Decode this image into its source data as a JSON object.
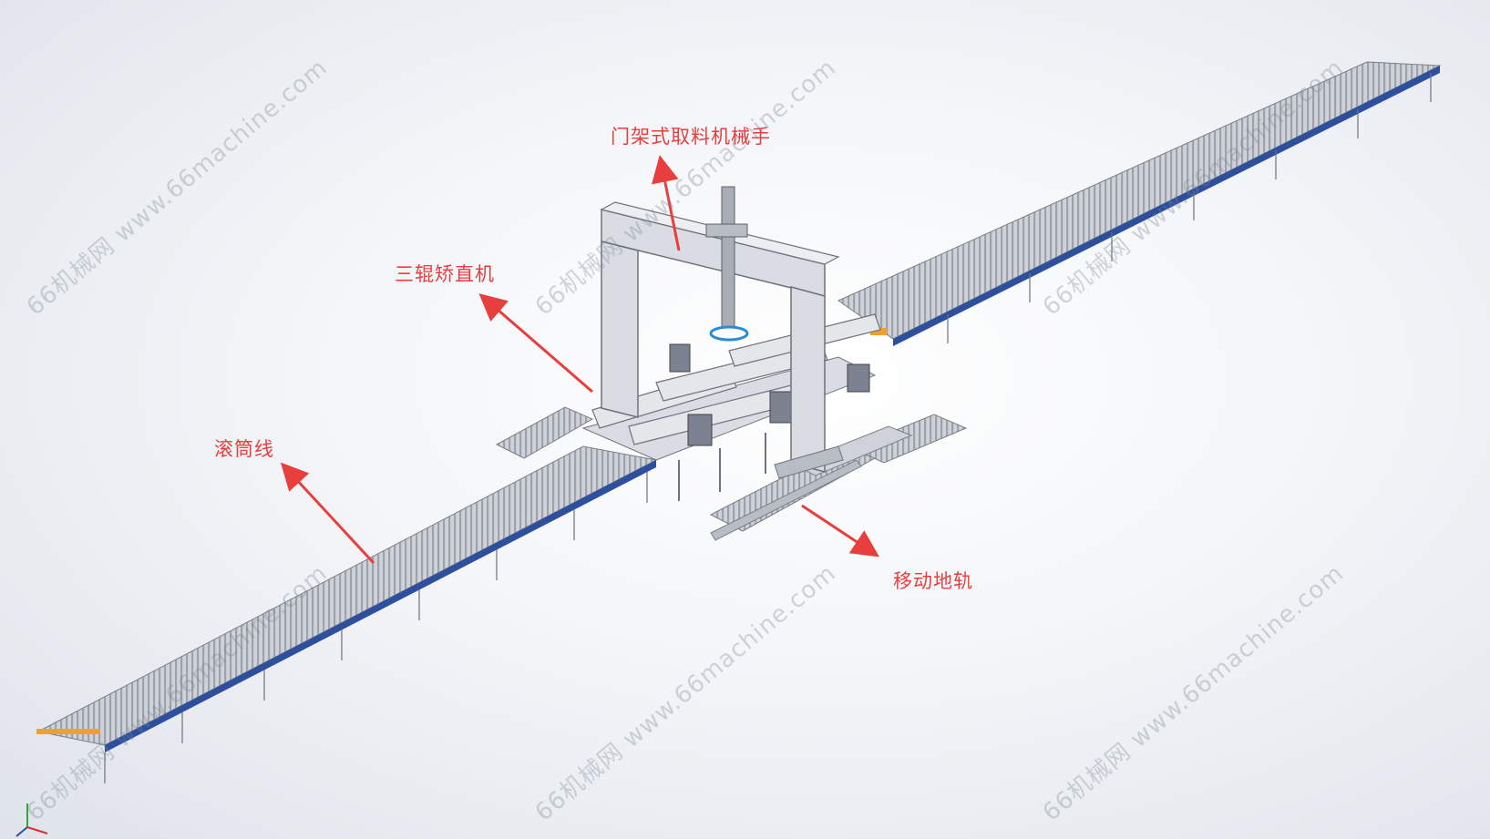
{
  "callouts": {
    "gantry": "门架式取料机械手",
    "straightener": "三辊矫直机",
    "roller_line": "滚筒线",
    "ground_rail": "移动地轨"
  },
  "watermark_text": "66机械网 www.66machine.com",
  "colors": {
    "callout": "#e83e3e",
    "frame_blue": "#2d4f9e",
    "roller": "#c8ccd2",
    "steel": "#d9dce2",
    "accent_orange": "#f0a030"
  },
  "icons": [
    "axis-triad-icon"
  ]
}
